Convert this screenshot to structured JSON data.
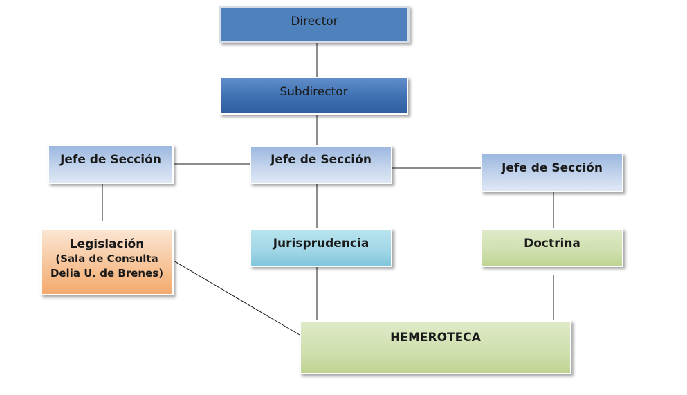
{
  "nodes": {
    "director": "Director",
    "subdirector": "Subdirector",
    "jefe_left": "Jefe de Sección",
    "jefe_center": "Jefe de Sección",
    "jefe_right": "Jefe de Sección",
    "legislacion": {
      "title": "Legislación",
      "sub1": "(Sala de Consulta",
      "sub2": "Delia U. de Brenes)"
    },
    "jurisprudencia": "Jurisprudencia",
    "doctrina": "Doctrina",
    "hemeroteca": "HEMEROTECA"
  },
  "colors": {
    "director": "#4f81bd",
    "subdirector": "#3d6fb1",
    "jefe": "#c3d4ec",
    "legislacion": "#f7c295",
    "jurisprudencia": "#9fd6e6",
    "green": "#cfdfae",
    "connector": "#1a1a1a"
  }
}
